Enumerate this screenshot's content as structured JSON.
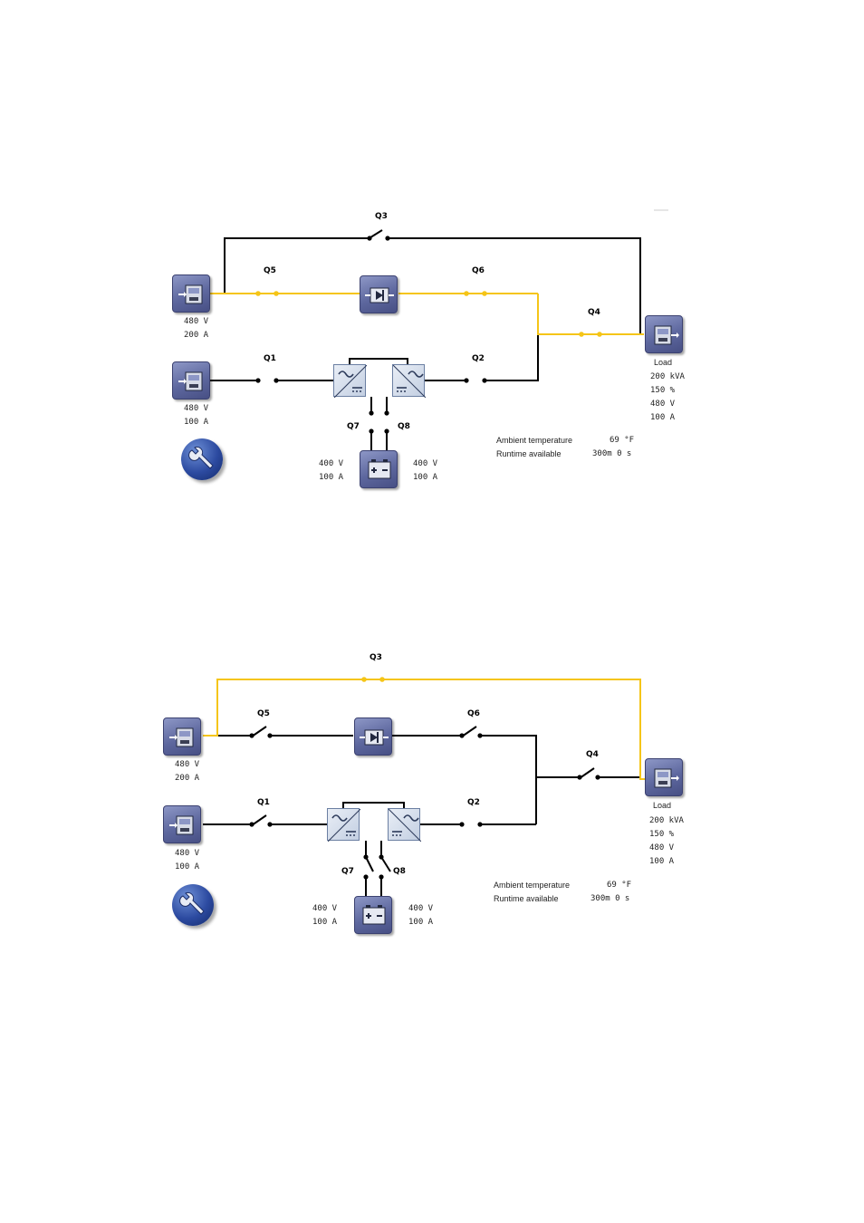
{
  "colors": {
    "active": "#f5c518",
    "inactive": "#000000",
    "icon": "#5d679e"
  },
  "switches": {
    "q1": "Q1",
    "q2": "Q2",
    "q3": "Q3",
    "q4": "Q4",
    "q5": "Q5",
    "q6": "Q6",
    "q7": "Q7",
    "q8": "Q8"
  },
  "sources": {
    "top": {
      "voltage": "480 V",
      "current": "200 A"
    },
    "bottom": {
      "voltage": "480 V",
      "current": "100 A"
    }
  },
  "battery": {
    "left": {
      "voltage": "400 V",
      "current": "100 A"
    },
    "right": {
      "voltage": "400 V",
      "current": "100 A"
    }
  },
  "load": {
    "label": "Load",
    "diagram1": {
      "power": "200 kVA",
      "percent": "150 %",
      "voltage": "480 V",
      "current": "100 A"
    },
    "diagram2": {
      "power": "200 kVA",
      "percent": "150 %",
      "voltage": "480 V",
      "current": "100 A"
    }
  },
  "environment": {
    "temp_label": "Ambient temperature",
    "temp_value": "69 °F",
    "runtime_label": "Runtime available",
    "runtime_value": "300m 0 s"
  },
  "icons": [
    "ups-module-icon",
    "static-switch-icon",
    "rectifier-icon",
    "inverter-icon",
    "battery-icon",
    "wrench-icon",
    "load-icon"
  ]
}
